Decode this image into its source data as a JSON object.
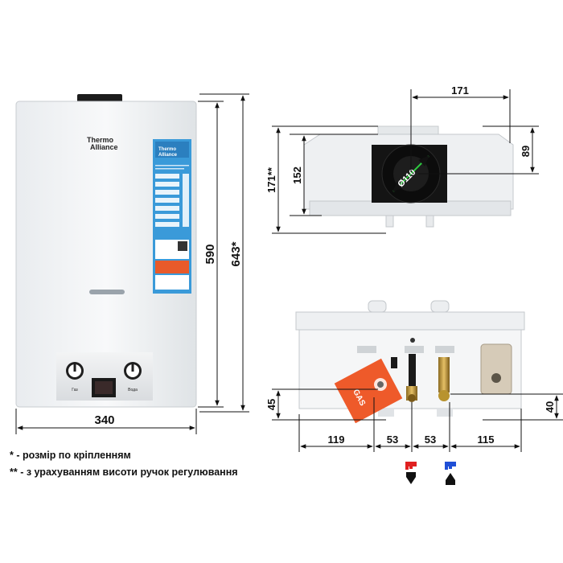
{
  "brand": {
    "line1": "Thermo",
    "line2": "Alliance"
  },
  "front_view": {
    "width_label": "340",
    "height_label": "590",
    "mount_height_label": "643*",
    "knob_labels": [
      "Газ",
      "Вода"
    ]
  },
  "top_view": {
    "length_label": "171",
    "side_depth_label": "89",
    "depth_label": "152",
    "total_depth_label": "171**",
    "flue_label": "Ø110"
  },
  "bottom_view": {
    "gas_tag": "GAS",
    "left_offset_label": "119",
    "spacing_1_label": "53",
    "spacing_2_label": "53",
    "right_offset_label": "115",
    "left_height_label": "45",
    "right_height_label": "40"
  },
  "notes": {
    "note1": "* - розмір по кріпленням",
    "note2": "** - з урахуванням висоти ручок регулювання"
  },
  "colors": {
    "hot_water": "#e02020",
    "cold_water": "#1f4fd6",
    "gas_tag": "#ee5a2a",
    "accent_panel": "#3a9ad9"
  }
}
